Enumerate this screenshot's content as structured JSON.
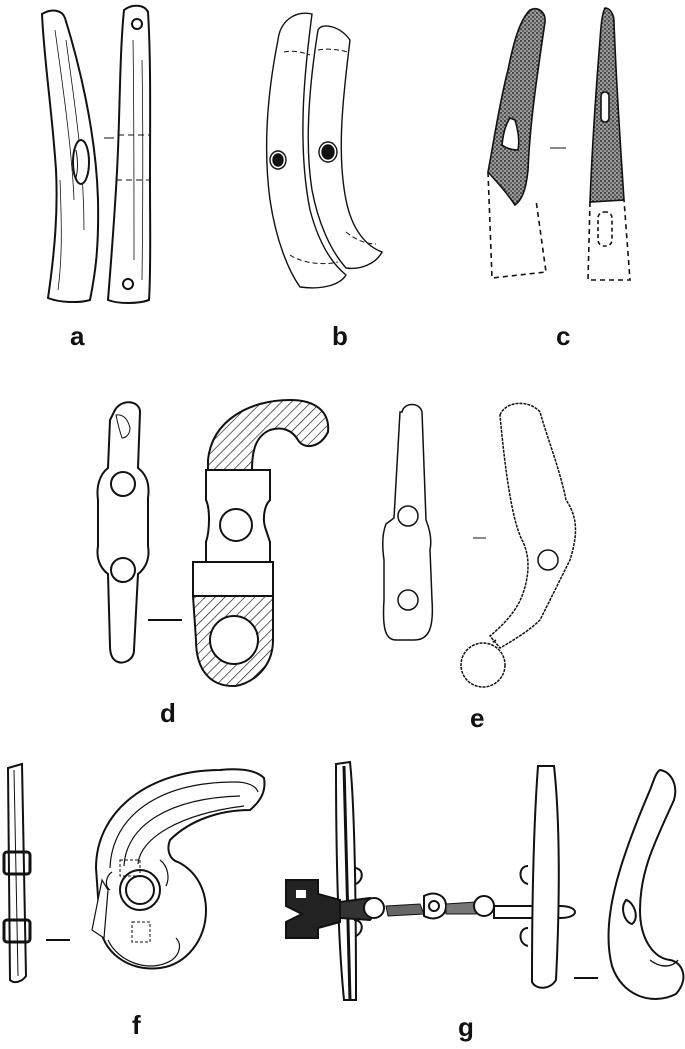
{
  "figure": {
    "panels": [
      {
        "id": "a",
        "label": "a"
      },
      {
        "id": "b",
        "label": "b"
      },
      {
        "id": "c",
        "label": "c"
      },
      {
        "id": "d",
        "label": "d"
      },
      {
        "id": "e",
        "label": "e"
      },
      {
        "id": "f",
        "label": "f"
      },
      {
        "id": "g",
        "label": "g"
      }
    ]
  },
  "colors": {
    "ink": "#111111",
    "stipple": "#4a4a4a",
    "paper": "#ffffff"
  }
}
